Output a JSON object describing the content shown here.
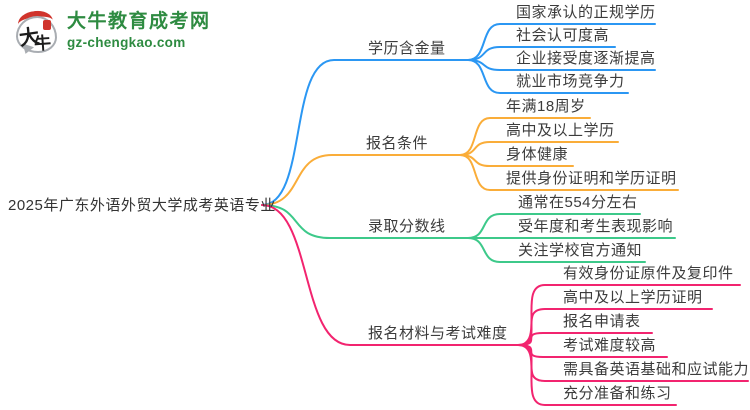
{
  "logo": {
    "title": "大牛教育成考网",
    "subtitle": "gz-chengkao.com",
    "brand_color": "#2e8b41",
    "icon_char_1": "大",
    "icon_char_2": "牛"
  },
  "root": {
    "label": "2025年广东外语外贸大学成考英语专业"
  },
  "branches": [
    {
      "label": "学历含金量",
      "color": "#2b97f3",
      "children": [
        "国家承认的正规学历",
        "社会认可度高",
        "企业接受度逐渐提高",
        "就业市场竞争力"
      ]
    },
    {
      "label": "报名条件",
      "color": "#faad39",
      "children": [
        "年满18周岁",
        "高中及以上学历",
        "身体健康",
        "提供身份证明和学历证明"
      ]
    },
    {
      "label": "录取分数线",
      "color": "#3dc98a",
      "children": [
        "通常在554分左右",
        "受年度和考生表现影响",
        "关注学校官方通知"
      ]
    },
    {
      "label": "报名材料与考试难度",
      "color": "#f2246f",
      "children": [
        "有效身份证原件及复印件",
        "高中及以上学历证明",
        "报名申请表",
        "考试难度较高",
        "需具备英语基础和应试能力",
        "充分准备和练习"
      ]
    }
  ]
}
